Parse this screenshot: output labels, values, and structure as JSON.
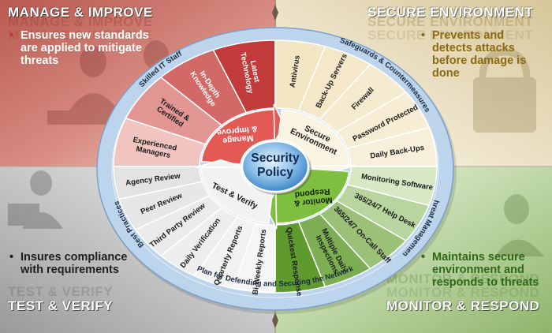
{
  "quadrants": {
    "manage_improve": {
      "title": "MANAGE & IMPROVE",
      "bullet_lines": [
        "Ensures new standards",
        "are applied to mitigate",
        "threats"
      ],
      "color": "#c83a3a"
    },
    "secure_environment": {
      "title": "SECURE ENVIRONMENT",
      "bullet_lines": [
        "Prevents and",
        "detects attacks",
        "before damage is",
        "done"
      ],
      "color": "#8a6a14"
    },
    "test_verify": {
      "title": "TEST & VERIFY",
      "bullet_lines": [
        "Insures compliance",
        "with requirements"
      ],
      "color": "#1e1e1e"
    },
    "monitor_respond": {
      "title": "MONITOR & RESPOND",
      "bullet_lines": [
        "Maintains secure",
        "environment and",
        "responds to threats"
      ],
      "color": "#2e6a16"
    }
  },
  "ring": {
    "skilled_it_staff": "Skilled IT Staff",
    "safeguards": "Safeguards & Countermeasures",
    "best_practices": "Best Practices",
    "threat_management": "Threat Management",
    "plan": "Plan for Defending and Securing the Network"
  },
  "center": {
    "line1": "Security",
    "line2": "Policy"
  },
  "inner_ring": {
    "manage": [
      "Manage",
      "& Improve"
    ],
    "secure": [
      "Secure",
      "Environment"
    ],
    "test": [
      "Test & Verify"
    ],
    "monitor": [
      "Monitor &",
      "Respond"
    ]
  },
  "segments": {
    "manage_improve": [
      [
        "Experienced",
        "Managers"
      ],
      [
        "Trained &",
        "Certified"
      ],
      [
        "In-Depth",
        "Knowledge"
      ],
      [
        "Latest",
        "Technology"
      ]
    ],
    "secure_environment": [
      [
        "Antivirus"
      ],
      [
        "Back-Up Servers"
      ],
      [
        "Firewall"
      ],
      [
        "Password Protected"
      ],
      [
        "Daily Back-Ups"
      ]
    ],
    "test_verify": [
      [
        "Bi-Weekly Reports"
      ],
      [
        "Quarterly Reports"
      ],
      [
        "Daily Verification"
      ],
      [
        "Third Party Review"
      ],
      [
        "Peer Review"
      ],
      [
        "Agency Review"
      ]
    ],
    "monitor_respond": [
      [
        "Monitoring Software"
      ],
      [
        "365/24/7 Help Desk"
      ],
      [
        "365/24/7 On-Call Staff"
      ],
      [
        "Multiple Daily",
        "Inspections"
      ],
      [
        "Quickest Response"
      ]
    ]
  },
  "colors": {
    "red_dark": "#c23b3b",
    "red_light": "#f1c4c0",
    "tan_light": "#f7efd9",
    "gray_light": "#e3e3e3",
    "green_dark": "#5f9a2e",
    "green_light": "#d6e8c4",
    "ring_blue": "#b9d2ea",
    "center_blue": "#5aa2dc"
  }
}
